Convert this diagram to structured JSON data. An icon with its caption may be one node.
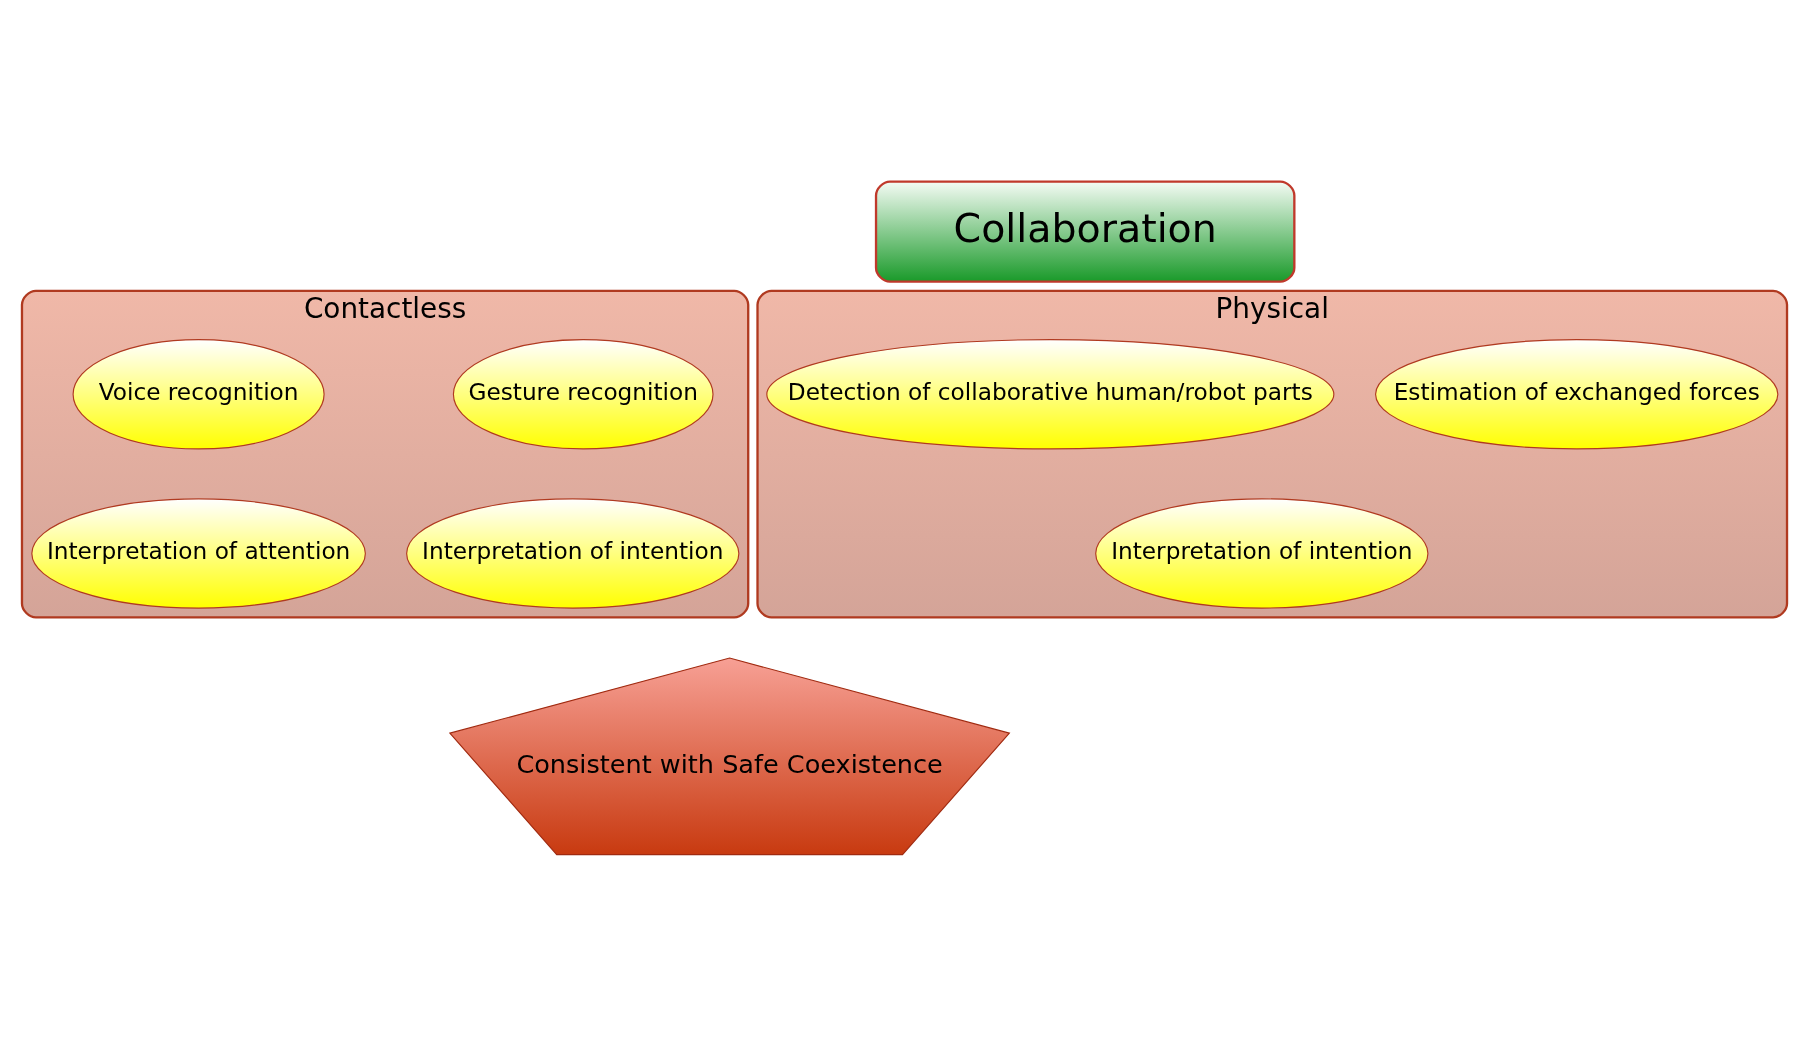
{
  "diagram": {
    "nodes": [
      {
        "text": [
          "Collaboration"
        ]
      },
      {
        "text": [
          "Contactless"
        ]
      },
      {
        "text": [
          "Gesture recognition"
        ],
        "in": 1
      },
      {
        "text": [
          "Voice recognition"
        ],
        "in": 1
      },
      {
        "text": [
          "Interpretation of intention"
        ],
        "in": 1
      },
      {
        "text": [
          "Interpretation of attention"
        ],
        "in": 1
      },
      {
        "text": [
          "Physical"
        ]
      },
      {
        "text": [
          "Estimation of exchanged forces"
        ],
        "in": 6
      },
      {
        "text": [
          "Detection of collaborative human/robot parts"
        ],
        "in": 6
      },
      {
        "text": [
          "Interpretation of intention"
        ],
        "in": 6
      },
      {
        "text": [
          "Consistent with Safe Coexistence"
        ]
      }
    ]
  }
}
